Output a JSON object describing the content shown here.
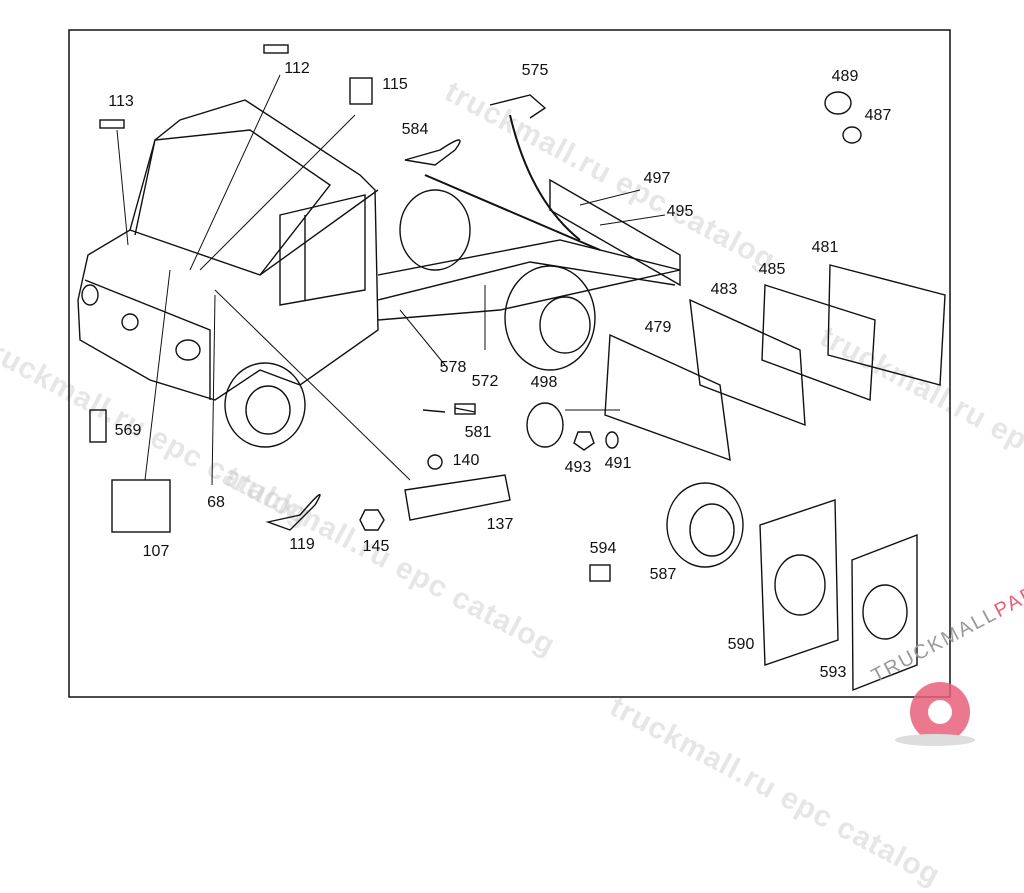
{
  "diagram": {
    "part_labels": [
      {
        "id": "112",
        "text": "112"
      },
      {
        "id": "115",
        "text": "115"
      },
      {
        "id": "113",
        "text": "113"
      },
      {
        "id": "575",
        "text": "575"
      },
      {
        "id": "489",
        "text": "489"
      },
      {
        "id": "487",
        "text": "487"
      },
      {
        "id": "584",
        "text": "584"
      },
      {
        "id": "497",
        "text": "497"
      },
      {
        "id": "495",
        "text": "495"
      },
      {
        "id": "481",
        "text": "481"
      },
      {
        "id": "485",
        "text": "485"
      },
      {
        "id": "483",
        "text": "483"
      },
      {
        "id": "479",
        "text": "479"
      },
      {
        "id": "578",
        "text": "578"
      },
      {
        "id": "572",
        "text": "572"
      },
      {
        "id": "498",
        "text": "498"
      },
      {
        "id": "581",
        "text": "581"
      },
      {
        "id": "569",
        "text": "569"
      },
      {
        "id": "140",
        "text": "140"
      },
      {
        "id": "493",
        "text": "493"
      },
      {
        "id": "491",
        "text": "491"
      },
      {
        "id": "68",
        "text": "68"
      },
      {
        "id": "137",
        "text": "137"
      },
      {
        "id": "107",
        "text": "107"
      },
      {
        "id": "119",
        "text": "119"
      },
      {
        "id": "145",
        "text": "145"
      },
      {
        "id": "594",
        "text": "594"
      },
      {
        "id": "587",
        "text": "587"
      },
      {
        "id": "590",
        "text": "590"
      },
      {
        "id": "593",
        "text": "593"
      }
    ]
  },
  "watermark": {
    "text": "truckmall.ru epc catalog"
  },
  "logo": {
    "text_main": "TRUCKMALL",
    "text_accent": "PARTS",
    "accent_color": "#e8607a"
  }
}
